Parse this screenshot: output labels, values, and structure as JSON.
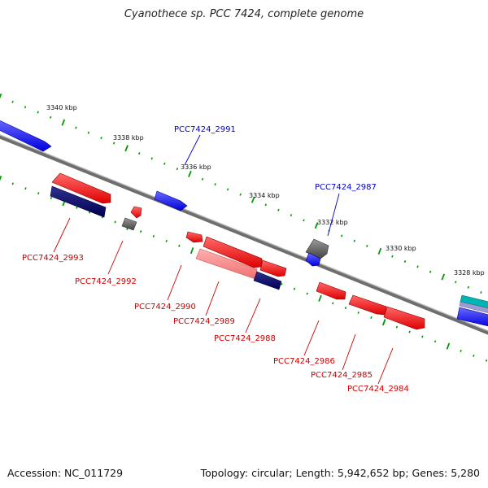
{
  "title": "Cyanothece sp. PCC 7424, complete genome",
  "footer": {
    "accession": "Accession: NC_011729",
    "topology": "Topology: circular; Length: 5,942,652 bp; Genes: 5,280"
  },
  "colors": {
    "forward_gene": "#1a1aff",
    "forward_gene_dark": "#0000a0",
    "reverse_gene": "#ff0000",
    "reverse_gene_dark": "#000066",
    "reverse_gene_light": "#ff8080",
    "pseudogene": "#666666",
    "backbone": "#808080",
    "tick": "#009900",
    "label_forward": "#0000cc",
    "label_reverse": "#cc0000",
    "teal": "#00aaaa"
  },
  "ticks": [
    "3340 kbp",
    "3338 kbp",
    "3336 kbp",
    "3334 kbp",
    "3332 kbp",
    "3330 kbp",
    "3328 kbp"
  ],
  "gene_labels": {
    "forward": [
      "PCC7424_2991",
      "PCC7424_2987"
    ],
    "reverse": [
      "PCC7424_2993",
      "PCC7424_2992",
      "PCC7424_2990",
      "PCC7424_2989",
      "PCC7424_2988",
      "PCC7424_2986",
      "PCC7424_2985",
      "PCC7424_2984"
    ]
  }
}
